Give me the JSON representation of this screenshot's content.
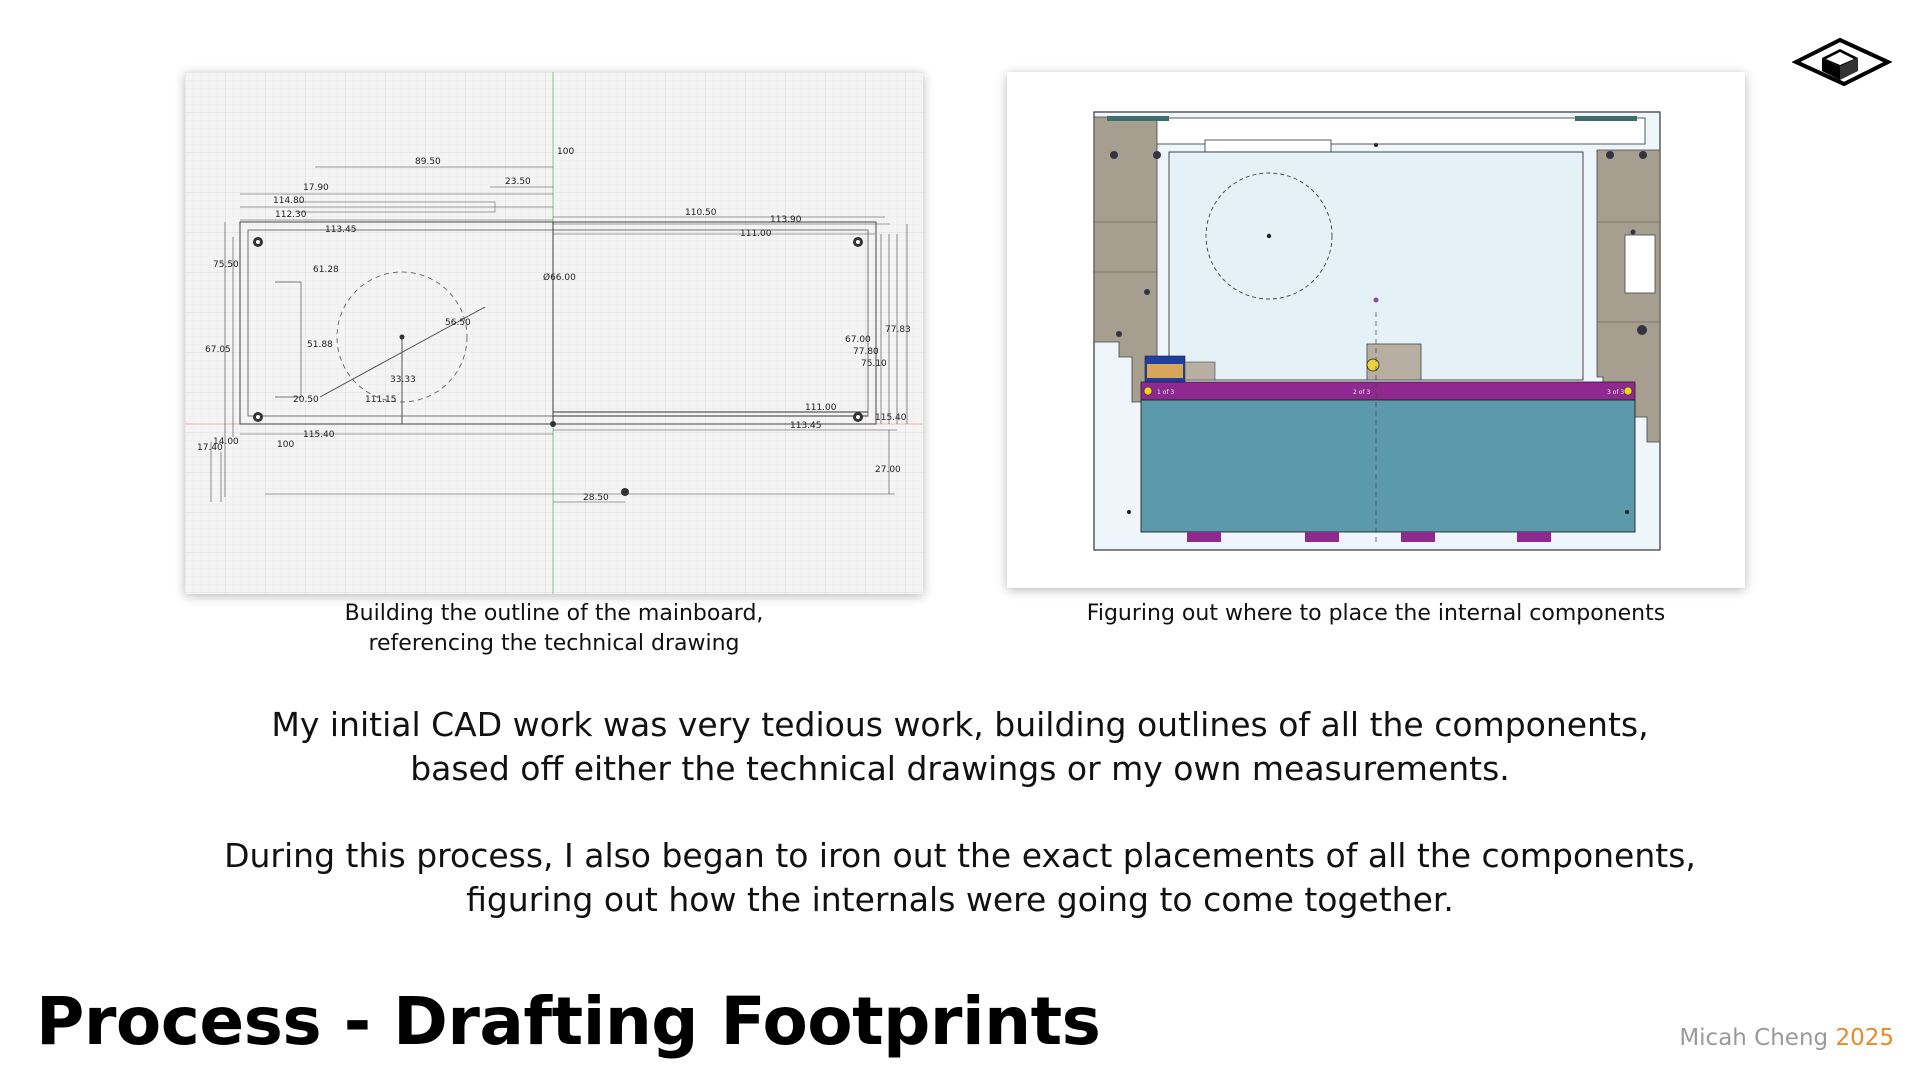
{
  "slide": {
    "title": "Process - Drafting Footprints",
    "author": {
      "name": "Micah Cheng",
      "year": "2025",
      "year_color": "#e8892b"
    },
    "logo_icon": "isometric-cube-icon"
  },
  "figures": [
    {
      "caption_lines": [
        "Building the outline of the mainboard,",
        "referencing the technical drawing"
      ],
      "dimension_labels": [
        "89.50",
        "23.50",
        "17.90",
        "114.80",
        "112.30",
        "113.45",
        "110.50",
        "113.90",
        "111.00",
        "75.50",
        "61.28",
        "Ø66.00",
        "56.50",
        "67.05",
        "51.88",
        "33.33",
        "111.15",
        "20.50",
        "115.40",
        "17.40",
        "14.00",
        "67.00",
        "77.80",
        "75.10",
        "77.83",
        "111.00",
        "113.45",
        "115.40",
        "27.00",
        "28.50",
        "100",
        "100"
      ]
    },
    {
      "caption_lines": [
        "Figuring out where to place the internal components"
      ],
      "part_labels": [
        "1 of 3",
        "2 of 3",
        "3 of 3"
      ],
      "colors": {
        "pcb": "#8e2a8f",
        "battery": "#5b9aad",
        "screen": "#e4f2f8",
        "hinge": "#a69e8e"
      }
    }
  ],
  "paragraphs": [
    [
      "My initial CAD work was very tedious work, building outlines of all the components,",
      "based off either the technical drawings or my own measurements."
    ],
    [
      "During this process, I also began to iron out the exact placements of all the components,",
      "figuring out how the internals were going to come together."
    ]
  ]
}
